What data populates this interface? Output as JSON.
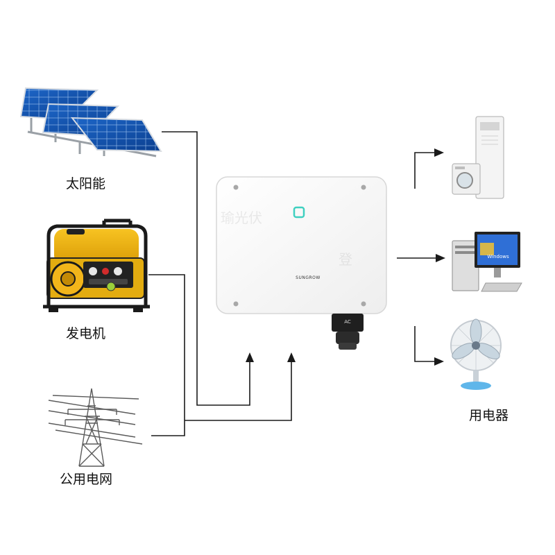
{
  "sources": {
    "solar_label": "太阳能",
    "generator_label": "发电机",
    "grid_label": "公用电网"
  },
  "inverter": {
    "brand_text": "SUNGROW",
    "port_label": "AC"
  },
  "loads": {
    "label": "用电器",
    "monitor_text": "Windows"
  },
  "watermark": {
    "text1": "瑜光伏",
    "text2": "登"
  }
}
